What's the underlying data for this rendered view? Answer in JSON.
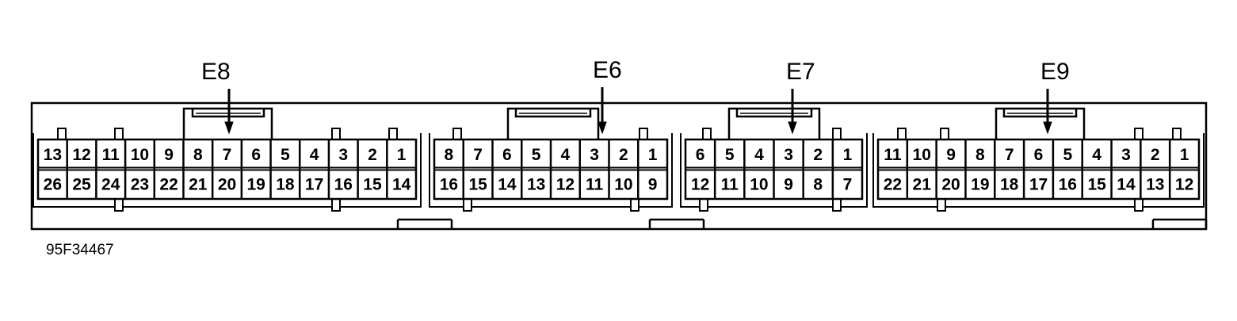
{
  "diagram_code": "95F34467",
  "connectors": [
    {
      "name": "E8",
      "top": [
        "13",
        "12",
        "11",
        "10",
        "9",
        "8",
        "7",
        "6",
        "5",
        "4",
        "3",
        "2",
        "1"
      ],
      "bottom": [
        "26",
        "25",
        "24",
        "23",
        "22",
        "21",
        "20",
        "19",
        "18",
        "17",
        "16",
        "15",
        "14"
      ]
    },
    {
      "name": "E6",
      "top": [
        "8",
        "7",
        "6",
        "5",
        "4",
        "3",
        "2",
        "1"
      ],
      "bottom": [
        "16",
        "15",
        "14",
        "13",
        "12",
        "11",
        "10",
        "9"
      ]
    },
    {
      "name": "E7",
      "top": [
        "6",
        "5",
        "4",
        "3",
        "2",
        "1"
      ],
      "bottom": [
        "12",
        "11",
        "10",
        "9",
        "8",
        "7"
      ]
    },
    {
      "name": "E9",
      "top": [
        "11",
        "10",
        "9",
        "8",
        "7",
        "6",
        "5",
        "4",
        "3",
        "2",
        "1"
      ],
      "bottom": [
        "22",
        "21",
        "20",
        "19",
        "18",
        "17",
        "16",
        "15",
        "14",
        "13",
        "12"
      ]
    }
  ]
}
